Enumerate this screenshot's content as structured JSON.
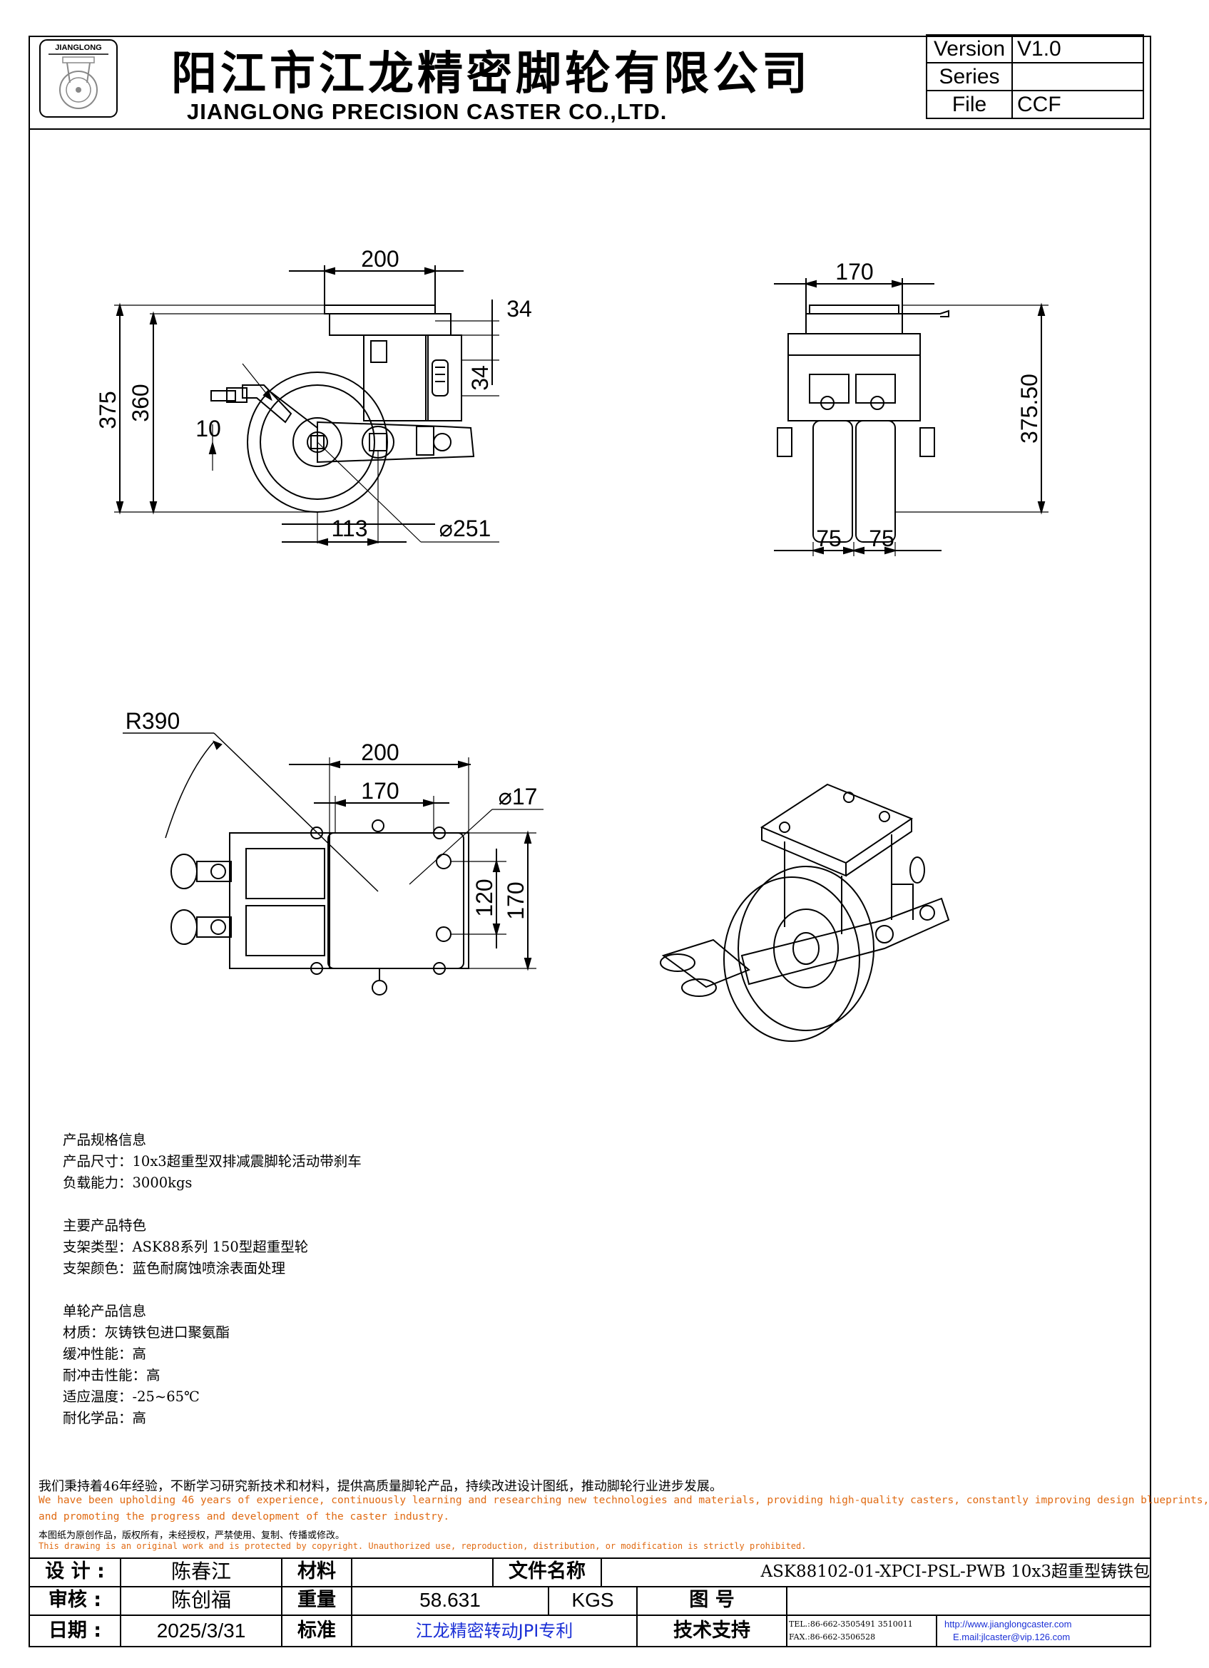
{
  "header": {
    "logo_text": "JIANGLONG",
    "title_cn": "阳江市江龙精密脚轮有限公司",
    "title_en": "JIANGLONG PRECISION CASTER CO.,LTD.",
    "version_label": "Version",
    "version_value": "V1.0",
    "series_label": "Series",
    "series_value": "",
    "file_label": "File",
    "file_value": "CCF"
  },
  "dimensions": {
    "side_width": "200",
    "side_top_offset": "34",
    "side_spring": "34",
    "side_height_total": "375",
    "side_height_inner": "360",
    "side_brake": "10",
    "side_offset": "113",
    "wheel_diameter": "⌀251",
    "front_width": "170",
    "front_height": "375.50",
    "front_wheel_1": "75",
    "front_wheel_2": "75",
    "top_radius": "R390",
    "top_width_outer": "200",
    "top_width_inner": "170",
    "top_hole": "⌀17",
    "top_hole_spacing": "120",
    "top_plate_height": "170"
  },
  "spec": {
    "section1_title": "产品规格信息",
    "size": "产品尺寸：10x3超重型双排减震脚轮活动带刹车",
    "load": "负载能力：3000kgs",
    "section2_title": "主要产品特色",
    "bracket_type": "支架类型：ASK88系列 150型超重型轮",
    "bracket_color": "支架颜色：蓝色耐腐蚀喷涂表面处理",
    "section3_title": "单轮产品信息",
    "material": "材质：灰铸铁包进口聚氨酯",
    "cushion": "缓冲性能：高",
    "impact": "耐冲击性能：高",
    "temperature": "适应温度：-25~65℃",
    "chemical": "耐化学品：高"
  },
  "footer": {
    "line1": "我们秉持着46年经验，不断学习研究新技术和材料，提供高质量脚轮产品，持续改进设计图纸，推动脚轮行业进步发展。",
    "line2": "We have been upholding 46 years of experience, continuously learning and researching new technologies and materials, providing high-quality casters, constantly improving design blueprints,",
    "line3": "and promoting the progress and development of the caster industry.",
    "line4": "本图纸为原创作品，版权所有，未经授权，严禁使用、复制、传播或修改。",
    "line5": "This drawing is an original work and is protected by copyright. Unauthorized use, reproduction, distribution, or modification is strictly prohibited."
  },
  "title_block": {
    "design_label": "设 计 :",
    "design_value": "陈春江",
    "material_label": "材料",
    "material_value": "",
    "filename_label": "文件名称",
    "filename_value": "ASK88102-01-XPCI-PSL-PWB 10x3超重型铸铁包",
    "review_label": "审核 :",
    "review_value": "陈创福",
    "weight_label": "重量",
    "weight_value": "58.631",
    "weight_unit": "KGS",
    "drawing_no_label": "图    号",
    "drawing_no_value": "",
    "date_label": "日期 :",
    "date_value": "2025/3/31",
    "standard_label": "标准",
    "standard_value": "江龙精密转动JPI专利",
    "support_label": "技术支持",
    "tel": "TEL.:86-662-3505491 3510011",
    "fax": "FAX.:86-662-3506528",
    "web": "http://www.jianglongcaster.com",
    "email": "E.mail:jlcaster@vip.126.com"
  },
  "colors": {
    "line": "#000000",
    "notice": "#e06a12",
    "link": "#1a2fd6"
  }
}
